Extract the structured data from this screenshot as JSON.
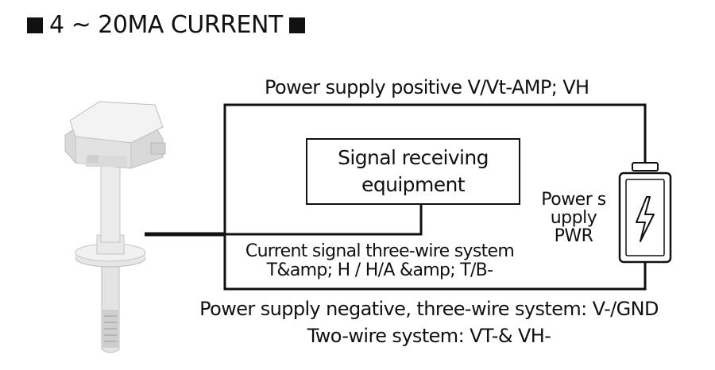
{
  "title": "4 ~ 20MA CURRENT",
  "labels": {
    "power_positive": "Power supply positive V/Vt-AMP; VH",
    "receiver_line1": "Signal receiving",
    "receiver_line2": "equipment",
    "signal_line1": "Current signal three-wire system",
    "signal_line2": "T&amp; H / H/A &amp; T/B-",
    "pwr_line1": "Power s",
    "pwr_line2": "upply",
    "pwr_line3": "PWR",
    "negative_line1": "Power supply negative, three-wire system: V-/GND",
    "negative_line2": "Two-wire system: VT-& VH-"
  },
  "icons": {
    "title_marker": "black-square",
    "sensor": "duct-mounted-transmitter",
    "battery": "battery-with-lightning-bolt"
  },
  "colors": {
    "line": "#111111",
    "sensor_body": "#dcdcdc",
    "background": "#ffffff"
  }
}
